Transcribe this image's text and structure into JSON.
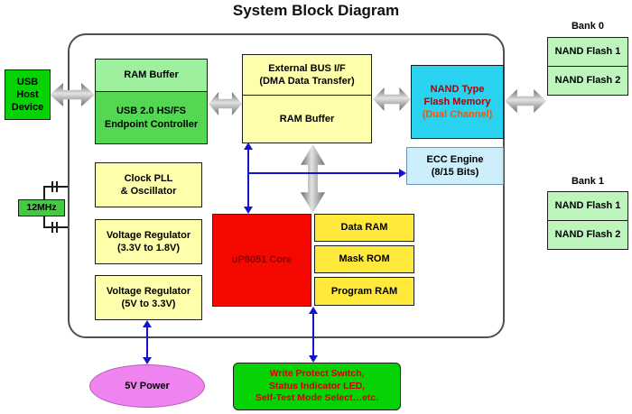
{
  "title": "System Block Diagram",
  "palette": {
    "green_bright": "#05d305",
    "green_light": "#9df09d",
    "green_medium": "#54d854",
    "green_pale": "#bdf5bd",
    "yellow_light": "#ffffab",
    "yellow_bright": "#ffe93b",
    "cyan_bright": "#29d3ef",
    "cyan_pale": "#cdeffc",
    "red_core": "#f50800",
    "magenta_power": "#ef83ef",
    "blue_wire": "#1414cc",
    "red_label": "#b00000",
    "orange_label": "#ff4f00"
  },
  "blocks": {
    "usb_host": [
      "USB",
      "Host",
      "Device"
    ],
    "ram_buffer_left": "RAM Buffer",
    "endpoint_controller": [
      "USB 2.0 HS/FS",
      "Endpoint Controller"
    ],
    "external_bus": [
      "External BUS I/F",
      "(DMA Data Transfer)"
    ],
    "ram_buffer_mid": "RAM Buffer",
    "nand_flash": [
      "NAND Type",
      "Flash Memory",
      "(Dual Channel)"
    ],
    "ecc_engine": [
      "ECC Engine",
      "(8/15 Bits)"
    ],
    "clock_pll": [
      "Clock PLL",
      "& Oscillator"
    ],
    "vreg_18": [
      "Voltage Regulator",
      "(3.3V to 1.8V)"
    ],
    "vreg_33": [
      "Voltage Regulator",
      "(5V to 3.3V)"
    ],
    "core": "uP8051 Core",
    "data_ram": "Data RAM",
    "mask_rom": "Mask ROM",
    "program_ram": "Program RAM",
    "crystal": "12MHz",
    "power": "5V Power",
    "io_box": [
      "Write Protect Switch,",
      "Status Indicator LED,",
      "Self-Test Mode Select…etc."
    ]
  },
  "banks": [
    {
      "label": "Bank 0",
      "items": [
        "NAND Flash 1",
        "NAND Flash 2"
      ]
    },
    {
      "label": "Bank 1",
      "items": [
        "NAND Flash 1",
        "NAND Flash 2"
      ]
    }
  ]
}
